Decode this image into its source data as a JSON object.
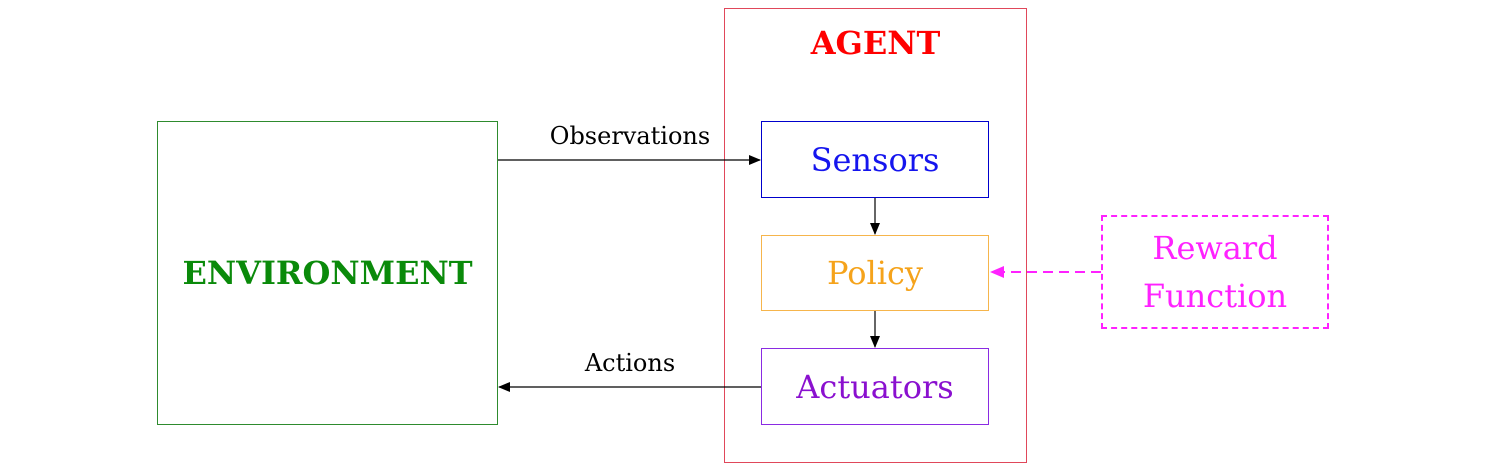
{
  "environment": {
    "label": "ENVIRONMENT"
  },
  "agent": {
    "title": "AGENT",
    "sensors": "Sensors",
    "policy": "Policy",
    "actuators": "Actuators"
  },
  "reward": {
    "line1": "Reward",
    "line2": "Function"
  },
  "edges": {
    "observations": "Observations",
    "actions": "Actions"
  },
  "colors": {
    "environment": "#0a8a0a",
    "agent": "#ff0000",
    "sensors": "#1515ee",
    "policy": "#f5a31b",
    "actuators": "#8a10cf",
    "reward": "#ff22ff"
  }
}
